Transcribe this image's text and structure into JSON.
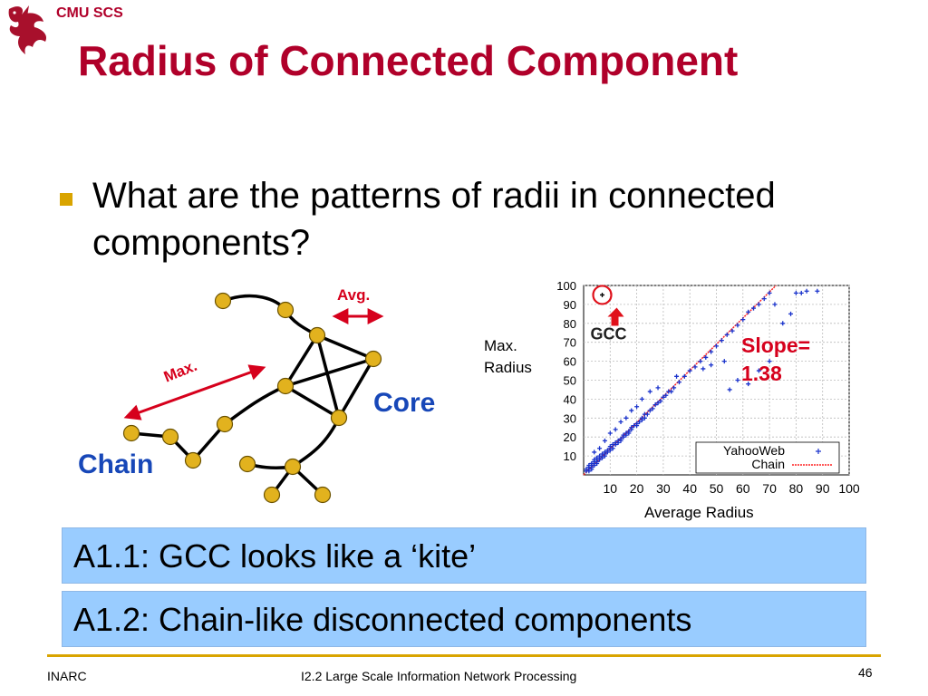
{
  "header": {
    "label": "CMU SCS",
    "logo": "dragon-logo"
  },
  "title": "Radius of Connected Component",
  "bullet": {
    "text": "What are the patterns of radii in connected components?"
  },
  "diagram": {
    "labels": {
      "core": "Core",
      "chain": "Chain",
      "avg": "Avg.",
      "max": "Max."
    },
    "colors": {
      "node": "#e2b21e",
      "edge": "#000000",
      "arrow": "#d6001c",
      "label": "#1747b8"
    }
  },
  "chart_data": {
    "type": "scatter",
    "title": "",
    "xlabel": "Average Radius",
    "ylabel": "Max.\nRadius",
    "xlim": [
      0,
      100
    ],
    "ylim": [
      0,
      100
    ],
    "xticks": [
      "10",
      "20",
      "30",
      "40",
      "50",
      "60",
      "70",
      "80",
      "90",
      "100"
    ],
    "yticks": [
      "10",
      "20",
      "30",
      "40",
      "50",
      "60",
      "70",
      "80",
      "90",
      "100"
    ],
    "grid": true,
    "legend_position": "bottom-right",
    "series": [
      {
        "name": "YahooWeb",
        "color": "#1a33cc",
        "marker": "plus",
        "points": [
          [
            1,
            2
          ],
          [
            1,
            3
          ],
          [
            2,
            2
          ],
          [
            2,
            3
          ],
          [
            2,
            4
          ],
          [
            2,
            5
          ],
          [
            3,
            3
          ],
          [
            3,
            4
          ],
          [
            3,
            5
          ],
          [
            3,
            6
          ],
          [
            4,
            5
          ],
          [
            4,
            6
          ],
          [
            4,
            7
          ],
          [
            4,
            8
          ],
          [
            5,
            6
          ],
          [
            5,
            7
          ],
          [
            5,
            8
          ],
          [
            5,
            9
          ],
          [
            6,
            8
          ],
          [
            6,
            9
          ],
          [
            6,
            10
          ],
          [
            7,
            9
          ],
          [
            7,
            10
          ],
          [
            7,
            11
          ],
          [
            8,
            10
          ],
          [
            8,
            11
          ],
          [
            8,
            12
          ],
          [
            9,
            12
          ],
          [
            9,
            13
          ],
          [
            10,
            13
          ],
          [
            10,
            14
          ],
          [
            10,
            15
          ],
          [
            11,
            14
          ],
          [
            11,
            16
          ],
          [
            12,
            16
          ],
          [
            12,
            17
          ],
          [
            13,
            17
          ],
          [
            13,
            18
          ],
          [
            14,
            18
          ],
          [
            14,
            19
          ],
          [
            15,
            20
          ],
          [
            15,
            21
          ],
          [
            16,
            21
          ],
          [
            16,
            22
          ],
          [
            17,
            22
          ],
          [
            17,
            23
          ],
          [
            18,
            24
          ],
          [
            18,
            25
          ],
          [
            19,
            26
          ],
          [
            20,
            26
          ],
          [
            20,
            27
          ],
          [
            21,
            28
          ],
          [
            22,
            29
          ],
          [
            22,
            30
          ],
          [
            23,
            30
          ],
          [
            23,
            32
          ],
          [
            24,
            32
          ],
          [
            25,
            34
          ],
          [
            26,
            35
          ],
          [
            27,
            37
          ],
          [
            28,
            38
          ],
          [
            29,
            39
          ],
          [
            30,
            41
          ],
          [
            31,
            42
          ],
          [
            32,
            44
          ],
          [
            33,
            44
          ],
          [
            34,
            46
          ],
          [
            36,
            49
          ],
          [
            38,
            52
          ],
          [
            40,
            55
          ],
          [
            42,
            57
          ],
          [
            44,
            60
          ],
          [
            46,
            62
          ],
          [
            48,
            65
          ],
          [
            50,
            68
          ],
          [
            52,
            71
          ],
          [
            54,
            74
          ],
          [
            56,
            76
          ],
          [
            58,
            79
          ],
          [
            60,
            82
          ],
          [
            62,
            86
          ],
          [
            64,
            88
          ],
          [
            66,
            90
          ],
          [
            68,
            93
          ],
          [
            70,
            96
          ],
          [
            4,
            12
          ],
          [
            6,
            14
          ],
          [
            8,
            18
          ],
          [
            10,
            22
          ],
          [
            12,
            24
          ],
          [
            14,
            28
          ],
          [
            16,
            30
          ],
          [
            18,
            34
          ],
          [
            20,
            36
          ],
          [
            22,
            40
          ],
          [
            25,
            44
          ],
          [
            28,
            46
          ],
          [
            35,
            52
          ],
          [
            45,
            56
          ],
          [
            48,
            58
          ],
          [
            53,
            60
          ],
          [
            55,
            45
          ],
          [
            58,
            50
          ],
          [
            62,
            48
          ],
          [
            66,
            55
          ],
          [
            70,
            60
          ],
          [
            72,
            90
          ],
          [
            75,
            80
          ],
          [
            78,
            85
          ],
          [
            80,
            96
          ],
          [
            82,
            96
          ],
          [
            84,
            97
          ],
          [
            88,
            97
          ]
        ]
      }
    ],
    "reference_line": {
      "name": "Chain",
      "slope": 1.38,
      "color": "#ff2020"
    },
    "annotations": {
      "gcc_label": "GCC",
      "gcc_point": [
        7,
        95
      ],
      "slope_label": "Slope=\n1.38"
    }
  },
  "answers": [
    {
      "text": "A1.1: GCC looks like a ‘kite’"
    },
    {
      "text": "A1.2: Chain-like disconnected components"
    }
  ],
  "footer": {
    "left": "INARC",
    "center": "I2.2 Large Scale Information Network Processing",
    "page": "46",
    "rule_color": "#d9a400"
  }
}
